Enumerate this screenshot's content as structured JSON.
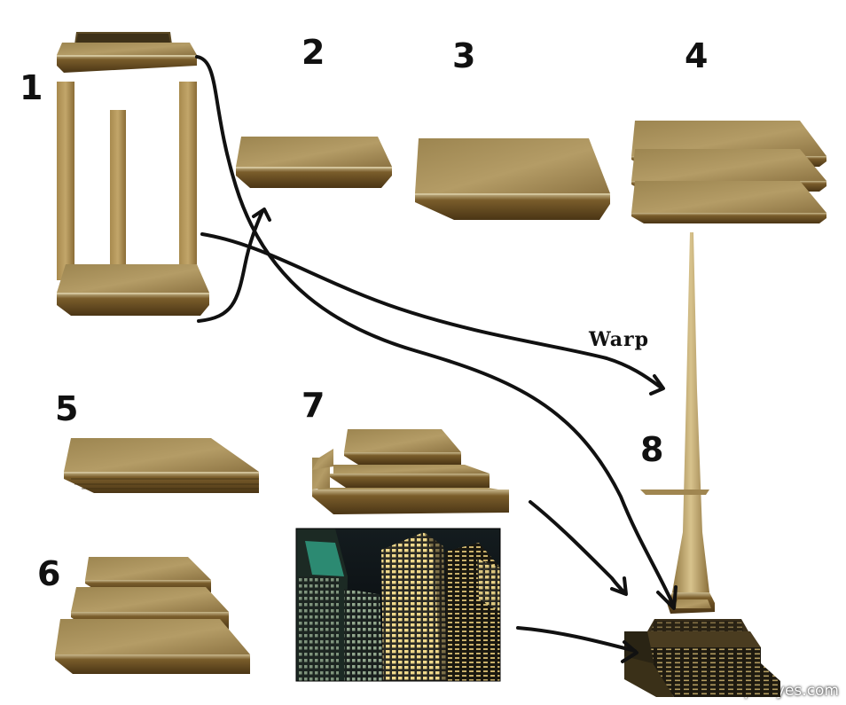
{
  "step_labels": {
    "s1": "1",
    "s2": "2",
    "s3": "3",
    "s4": "4",
    "s5": "5",
    "s6": "6",
    "s7": "7",
    "s8": "8"
  },
  "annotations": {
    "warp": "Warp"
  },
  "watermark": "pxleyes.com",
  "colors": {
    "gold_top": "#a8905a",
    "gold_side": "#6e5426",
    "gold_edge": "#c7b383",
    "arrow": "#111111",
    "night_sky": "#0a0d10",
    "window_light": "#f3dd8a",
    "teal_building": "#2c8a72"
  }
}
